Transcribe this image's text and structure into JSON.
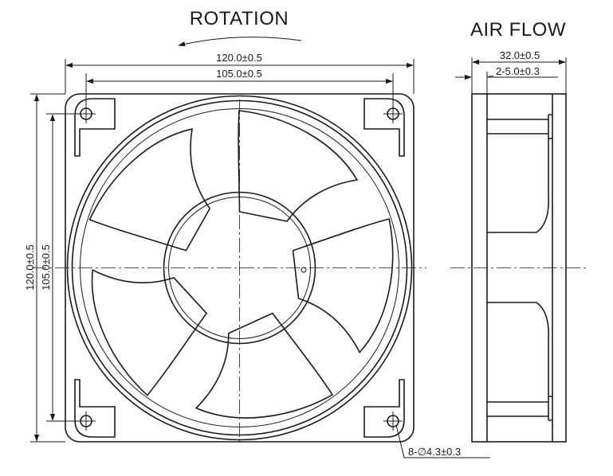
{
  "front_view": {
    "rotation_label": "ROTATION",
    "dims": {
      "outer_width": "120.0±0.5",
      "hole_spacing_width": "105.0±0.5",
      "outer_height": "120.0±0.5",
      "hole_spacing_height": "105.0±0.5",
      "mounting_holes": "8-∅4.3±0.3"
    }
  },
  "side_view": {
    "airflow_label": "AIR FLOW",
    "dims": {
      "depth": "32.0±0.5",
      "flange": "2-5.0±0.3"
    }
  }
}
